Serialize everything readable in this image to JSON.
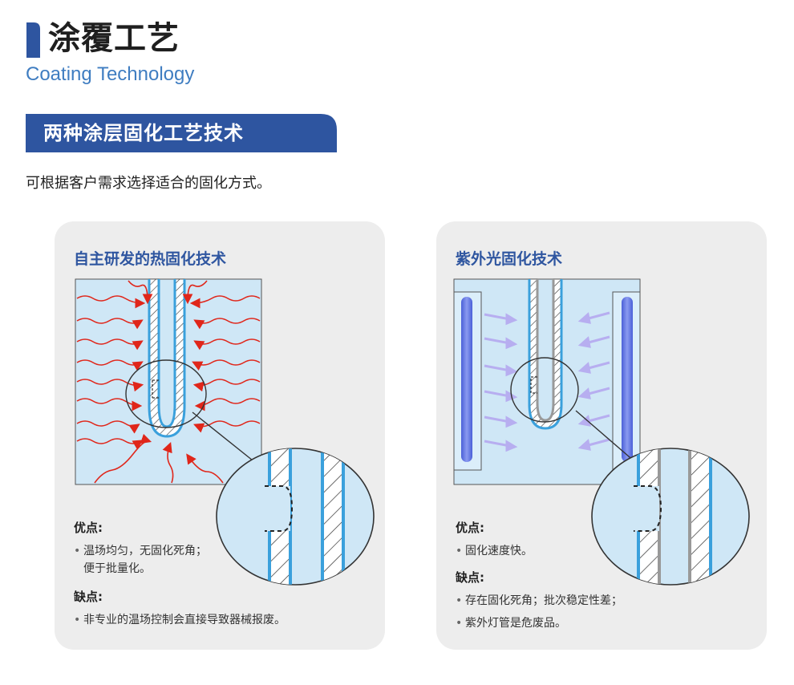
{
  "header": {
    "title": "涂覆工艺",
    "subtitle": "Coating Technology"
  },
  "section": {
    "banner": "两种涂层固化工艺技术",
    "intro": "可根据客户需求选择适合的固化方式。"
  },
  "colors": {
    "brand_blue": "#2e55a0",
    "subtitle_blue": "#3f7dc1",
    "card_bg": "#ededed",
    "light_blue_fill": "#cfe7f6",
    "tube_blue": "#3aa0dc",
    "heat_arrow_red": "#e0261a",
    "uv_lamp": "#5a6fe0",
    "uv_arrow": "#b7aef0"
  },
  "cards": {
    "thermal": {
      "title": "自主研发的热固化技术",
      "pros_label": "优点:",
      "pros": [
        "温场均匀，无固化死角；便于批量化。"
      ],
      "cons_label": "缺点:",
      "cons": [
        "非专业的温场控制会直接导致器械报废。"
      ]
    },
    "uv": {
      "title": "紫外光固化技术",
      "pros_label": "优点:",
      "pros": [
        "固化速度快。"
      ],
      "cons_label": "缺点:",
      "cons": [
        "存在固化死角；批次稳定性差；",
        "紫外灯管是危废品。"
      ]
    }
  }
}
